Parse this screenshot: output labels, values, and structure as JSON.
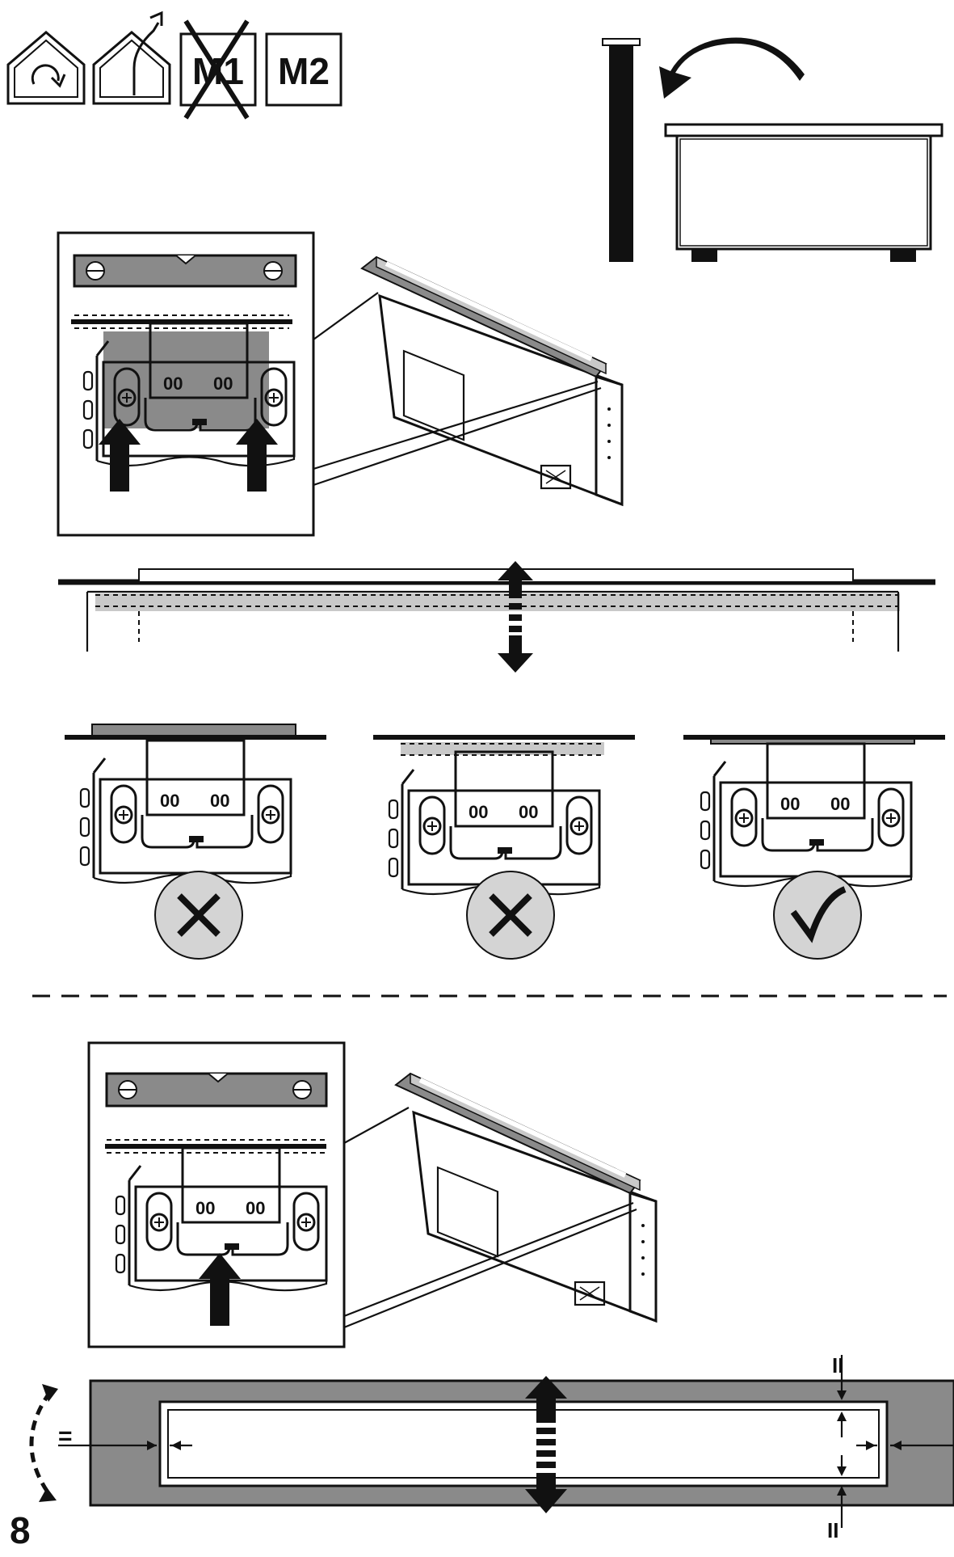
{
  "symbols": {
    "m1_label": "M1",
    "m2_label": "M2"
  },
  "side_marks": {
    "top_mark": "II",
    "bottom_mark": "II",
    "left_mark": "="
  },
  "page_number": "8",
  "colors": {
    "ink": "#111111",
    "panel_gray": "#8a8a8a",
    "light_gray": "#c9c9c9",
    "circle_gray": "#d4d4d4"
  },
  "icons": [
    "recirculation-house-icon",
    "extraction-house-icon",
    "crossed-m1-icon",
    "m2-icon",
    "level-icon",
    "up-arrow-icon",
    "down-arrow-icon",
    "double-arrow-icon",
    "wrong-x-icon",
    "correct-check-icon",
    "curved-arrow-icon"
  ]
}
